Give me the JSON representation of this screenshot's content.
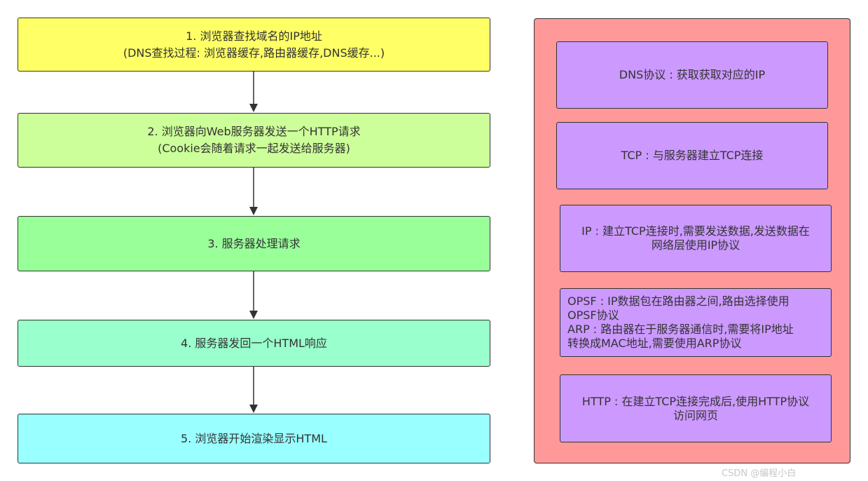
{
  "flow": {
    "steps": [
      {
        "lines": [
          "1. 浏览器查找域名的IP地址",
          "(DNS查找过程: 浏览器缓存,路由器缓存,DNS缓存...)"
        ],
        "color": "#ffff66"
      },
      {
        "lines": [
          "2. 浏览器向Web服务器发送一个HTTP请求",
          "(Cookie会随着请求一起发送给服务器)"
        ],
        "color": "#ccff99"
      },
      {
        "lines": [
          "3. 服务器处理请求"
        ],
        "color": "#99ff99"
      },
      {
        "lines": [
          "4. 服务器发回一个HTML响应"
        ],
        "color": "#99ffcc"
      },
      {
        "lines": [
          "5. 浏览器开始渲染显示HTML"
        ],
        "color": "#99ffff"
      }
    ]
  },
  "protocols": [
    {
      "lines": [
        "DNS协议 : 获取获取对应的IP"
      ]
    },
    {
      "lines": [
        "TCP : 与服务器建立TCP连接"
      ]
    },
    {
      "lines": [
        "IP : 建立TCP连接时,需要发送数据,发送数据在",
        "网络层使用IP协议"
      ]
    },
    {
      "lines": [
        "OPSF : IP数据包在路由器之间,路由选择使用",
        "OPSF协议",
        "ARP : 路由器在于服务器通信时,需要将IP地址",
        "转换成MAC地址,需要使用ARP协议"
      ]
    },
    {
      "lines": [
        "HTTP : 在建立TCP连接完成后,使用HTTP协议",
        "访问网页"
      ]
    }
  ],
  "colors": {
    "panel": "#ff9999",
    "protocol_box": "#cc99ff",
    "stroke": "#333333"
  },
  "watermark": "CSDN @编程小白"
}
